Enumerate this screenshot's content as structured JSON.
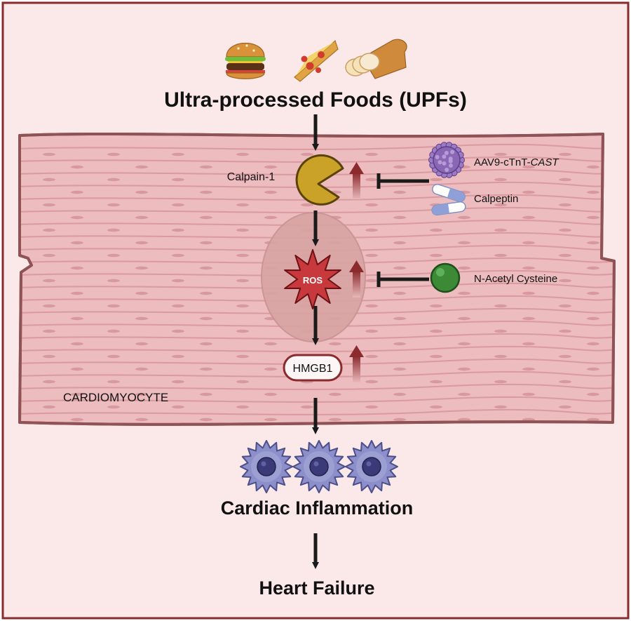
{
  "title": "Ultra-processed Foods (UPFs)",
  "calpain_label": "Calpain-1",
  "inhibitors_top": [
    {
      "label_main": "AAV9-cTnT-",
      "label_italic": "CAST",
      "icon": "virus-icon"
    },
    {
      "label_main": "Calpeptin",
      "icon": "capsule-icon"
    }
  ],
  "ros_label": "ROS",
  "ros_inhibitor": {
    "label": "N-Acetyl Cysteine",
    "icon": "green-sphere-icon"
  },
  "hmgb1_label": "HMGB1",
  "cell_label": "CARDIOMYOCYTE",
  "inflammation_label": "Cardiac Inflammation",
  "outcome_label": "Heart Failure",
  "food_icons": [
    "burger-icon",
    "pizza-slice-icon",
    "bread-loaf-icon"
  ],
  "colors": {
    "background": "#fbe9ea",
    "frame": "#8a2a2c",
    "cell_fill": "#ecbcbf",
    "cell_border": "#a86d70",
    "nucleus": "#d9a3a3",
    "calpain": "#c9a227",
    "ros": "#c8393d",
    "up_arrow": "#8c2b2d",
    "immune_cell": "#8c8fc9",
    "nac": "#3c8a35",
    "virus": "#8a67b5"
  }
}
